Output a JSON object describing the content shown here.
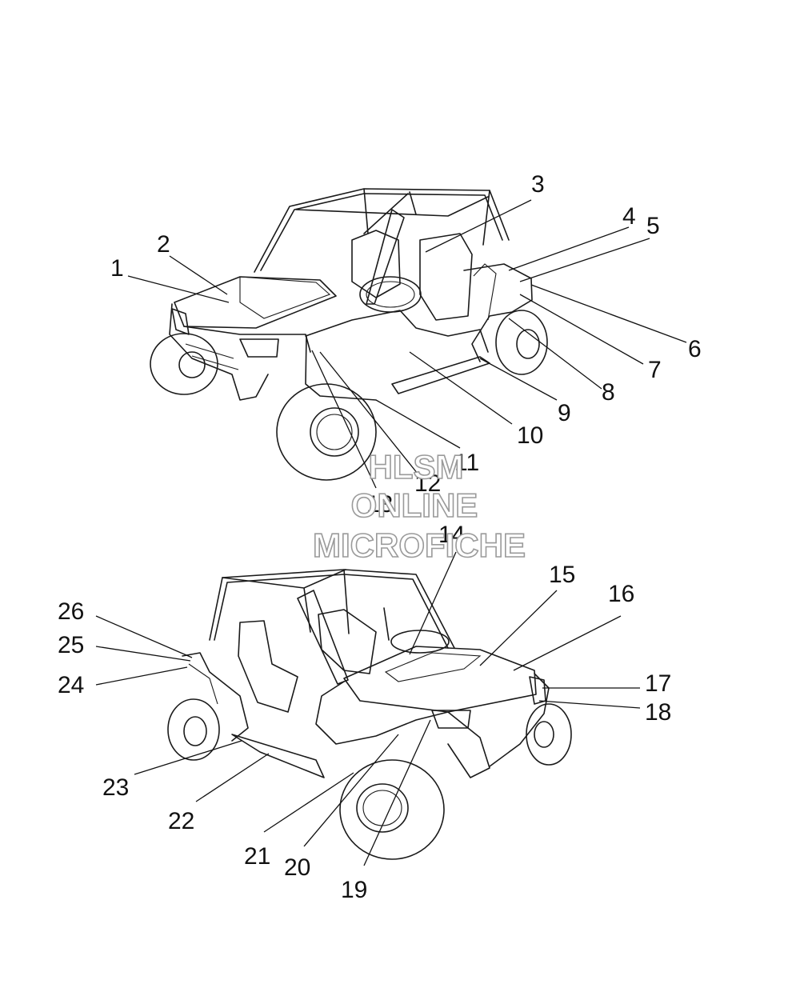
{
  "watermark": {
    "line1": "HLSM",
    "line2": "ONLINE",
    "line3": "MICROFICHE"
  },
  "callouts": [
    "1",
    "2",
    "3",
    "4",
    "5",
    "6",
    "7",
    "8",
    "9",
    "10",
    "11",
    "12",
    "13",
    "14",
    "15",
    "16",
    "17",
    "18",
    "19",
    "20",
    "21",
    "22",
    "23",
    "24",
    "25",
    "26"
  ],
  "colors": {
    "line": "#1a1a1a",
    "watermark_outline": "#9a9a9a",
    "background": "#ffffff"
  }
}
